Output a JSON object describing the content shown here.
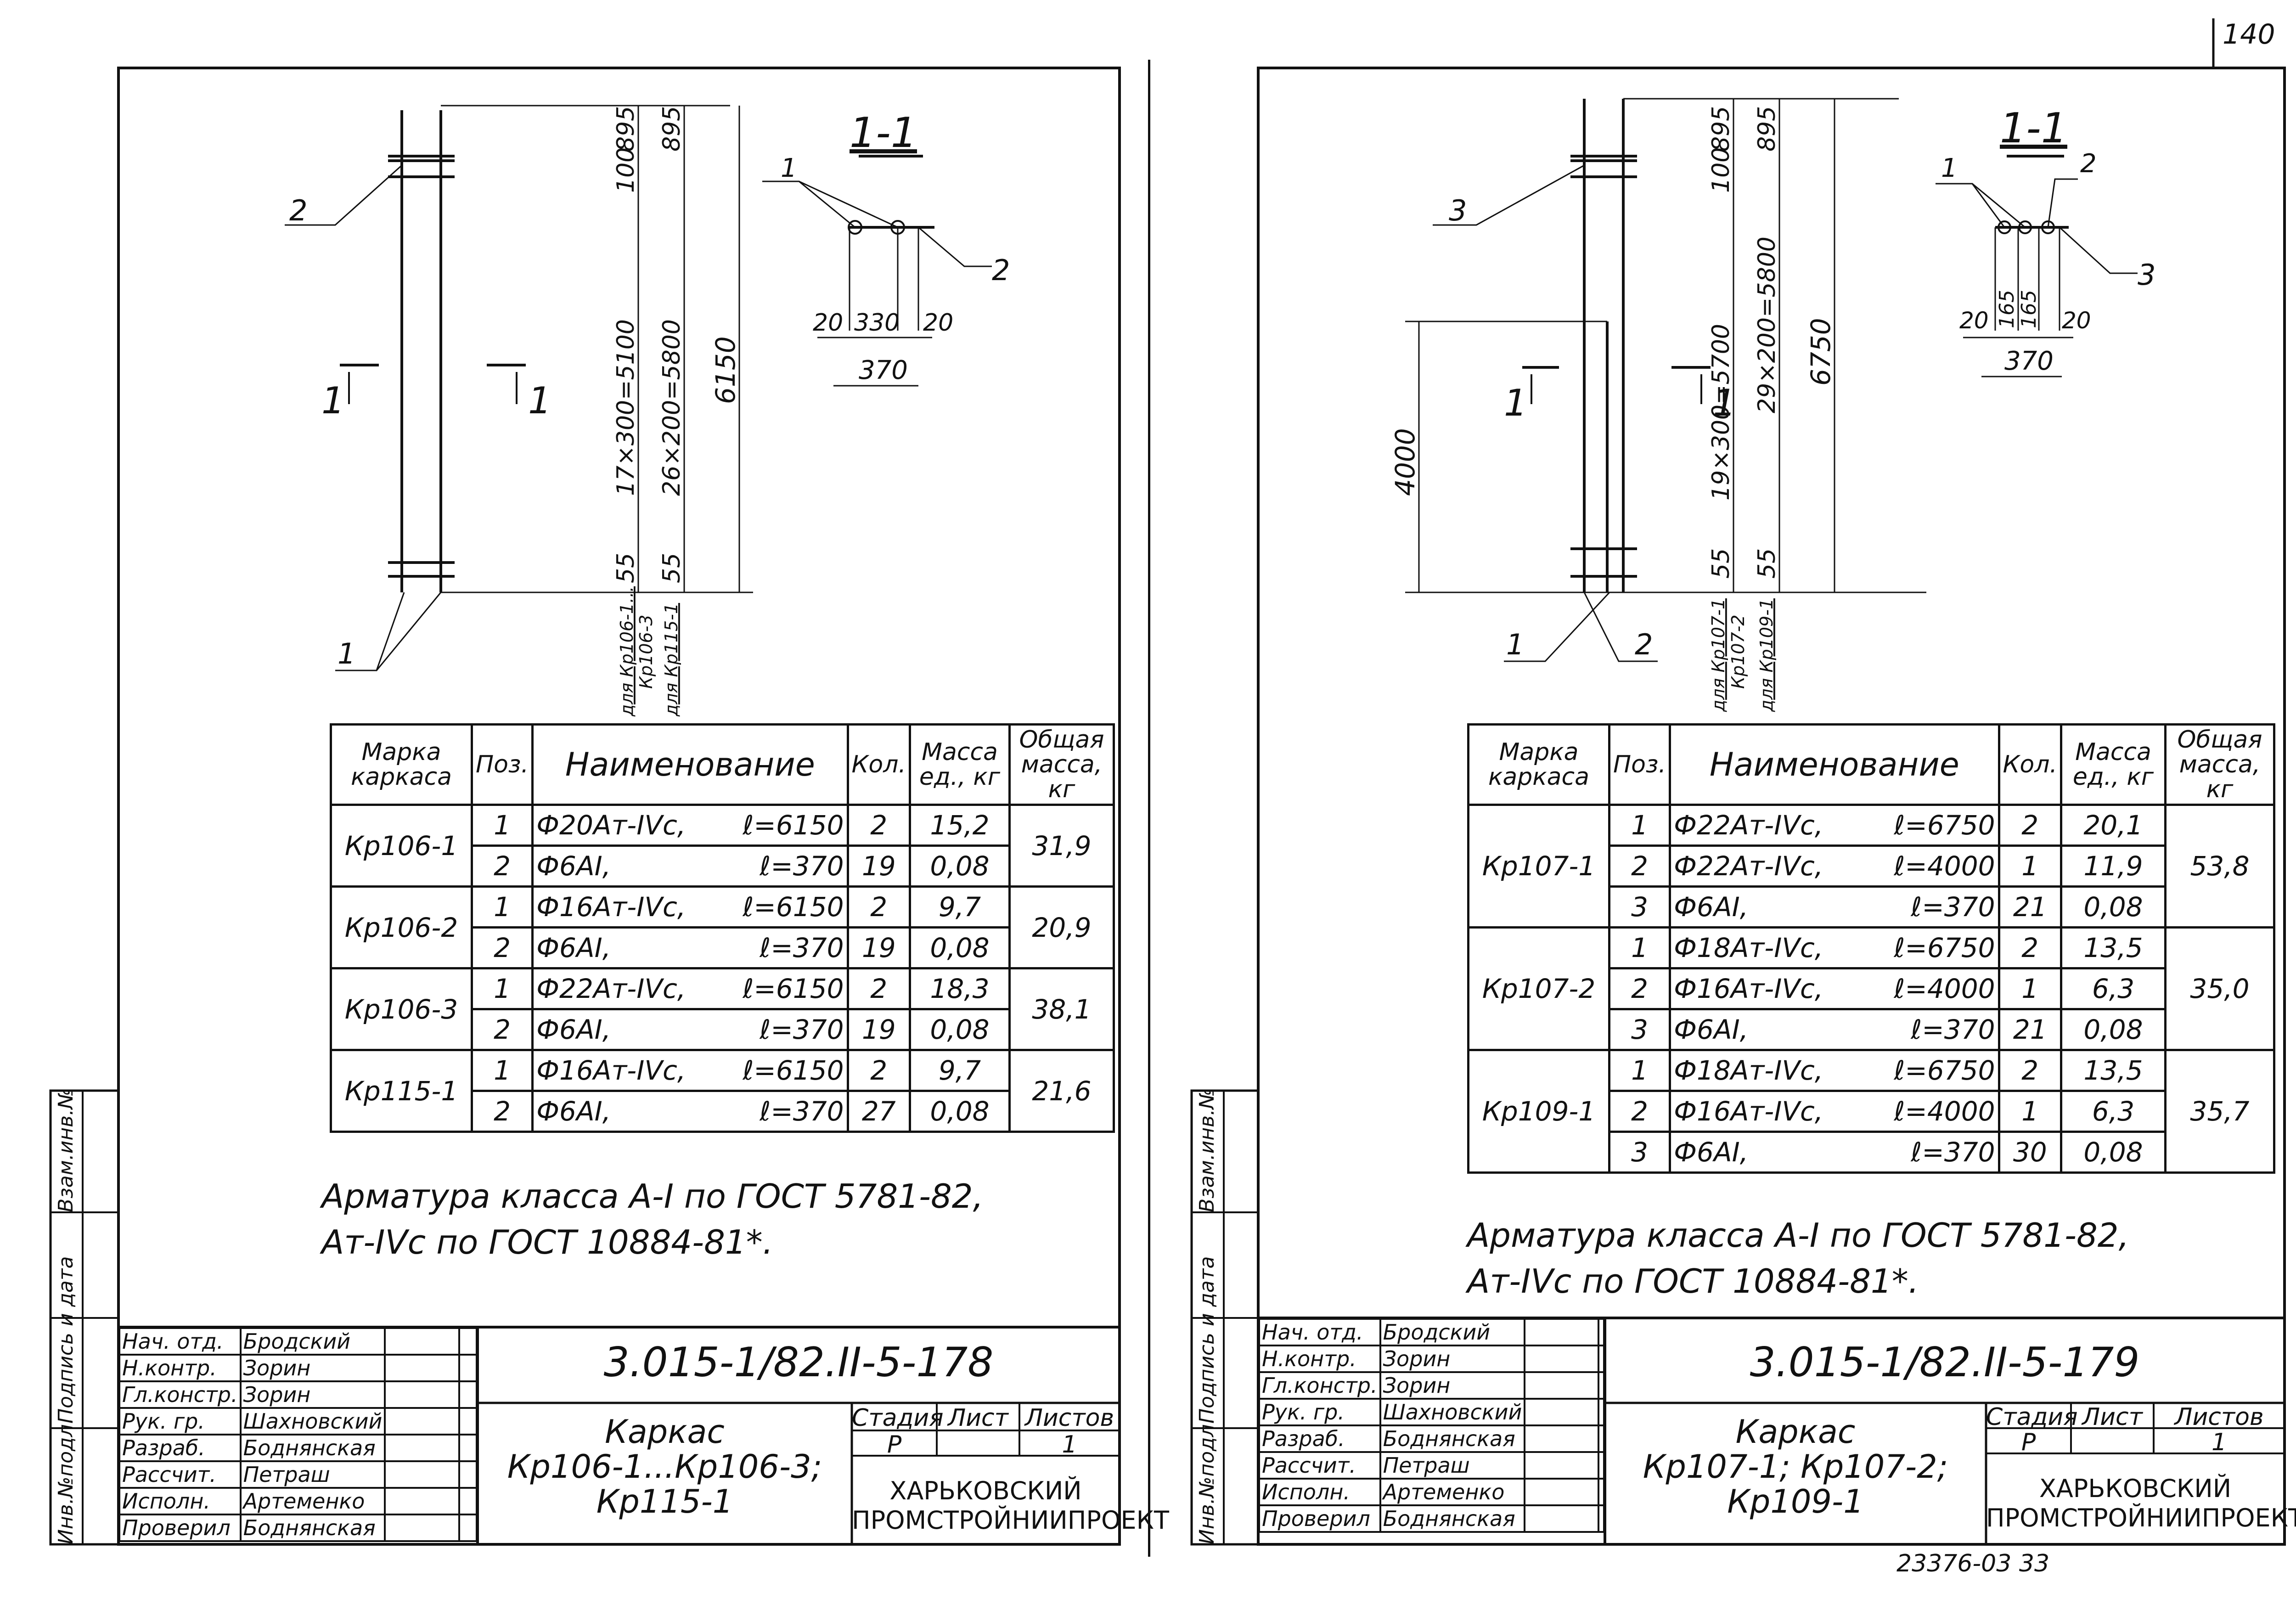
{
  "sheets": [
    {
      "section": "1-1",
      "callouts": {
        "left_top": "2",
        "left_bottom": "1",
        "section_a": "1",
        "section_b": "2"
      },
      "cut_mark": "1",
      "dims": {
        "d_100": "100",
        "d_895a": "895",
        "d_895b": "895",
        "d_main": "17×300=5100",
        "d_alt": "26×200=5800",
        "d_total": "6150",
        "d_55a": "55",
        "d_55b": "55",
        "d_extra": "",
        "sec_20a": "20",
        "sec_mid": "330",
        "sec_20b": "20",
        "sec_total": "370"
      },
      "for_labels": [
        "для Кр106-1...",
        "Кр106-3",
        "для Кр115-1"
      ],
      "table": {
        "headers": [
          "Марка каркаса",
          "Поз.",
          "Наименование",
          "Кол.",
          "Масса ед., кг",
          "Общая масса, кг"
        ],
        "groups": [
          {
            "mark": "Кр106-1",
            "total": "31,9",
            "rows": [
              {
                "pos": "1",
                "name": "Ф20Ат-IVс,",
                "len": "ℓ=6150",
                "qty": "2",
                "mass": "15,2"
              },
              {
                "pos": "2",
                "name": "Ф6АI,",
                "len": "ℓ=370",
                "qty": "19",
                "mass": "0,08"
              }
            ]
          },
          {
            "mark": "Кр106-2",
            "total": "20,9",
            "rows": [
              {
                "pos": "1",
                "name": "Ф16Ат-IVс,",
                "len": "ℓ=6150",
                "qty": "2",
                "mass": "9,7"
              },
              {
                "pos": "2",
                "name": "Ф6АI,",
                "len": "ℓ=370",
                "qty": "19",
                "mass": "0,08"
              }
            ]
          },
          {
            "mark": "Кр106-3",
            "total": "38,1",
            "rows": [
              {
                "pos": "1",
                "name": "Ф22Ат-IVс,",
                "len": "ℓ=6150",
                "qty": "2",
                "mass": "18,3"
              },
              {
                "pos": "2",
                "name": "Ф6АI,",
                "len": "ℓ=370",
                "qty": "19",
                "mass": "0,08"
              }
            ]
          },
          {
            "mark": "Кр115-1",
            "total": "21,6",
            "rows": [
              {
                "pos": "1",
                "name": "Ф16Ат-IVс,",
                "len": "ℓ=6150",
                "qty": "2",
                "mass": "9,7"
              },
              {
                "pos": "2",
                "name": "Ф6АI,",
                "len": "ℓ=370",
                "qty": "27",
                "mass": "0,08"
              }
            ]
          }
        ]
      },
      "note": [
        "Арматура класса А-I по ГОСТ 5781-82,",
        "Ат-IVс по ГОСТ 10884-81*."
      ],
      "title_block": {
        "code": "3.015-1/82.II-5-178",
        "title": [
          "Каркас",
          "Кр106-1...Кр106-3;",
          "Кр115-1"
        ],
        "stage_hdr": "Стадия",
        "sheet_hdr": "Лист",
        "sheets_hdr": "Листов",
        "stage": "Р",
        "sheet": "",
        "sheets": "1",
        "org": [
          "ХАРЬКОВСКИЙ",
          "ПРОМСТРОЙНИИПРОЕКТ"
        ],
        "people": [
          [
            "Нач. отд.",
            "Бродский"
          ],
          [
            "Н.контр.",
            "Зорин"
          ],
          [
            "Гл.констр.",
            "Зорин"
          ],
          [
            "Рук. гр.",
            "Шахновский"
          ],
          [
            "Разраб.",
            "Боднянская"
          ],
          [
            "Рассчит.",
            "Петраш"
          ],
          [
            "Исполн.",
            "Артеменко"
          ],
          [
            "Проверил",
            "Боднянская"
          ]
        ]
      },
      "side_labels": [
        "Инв.№подл.",
        "Подпись и дата",
        "Взам.инв.№"
      ]
    },
    {
      "section": "1-1",
      "callouts": {
        "left_top": "3",
        "left_bottom": "1",
        "bottom_right": "2",
        "section_a": "1",
        "section_b": "2",
        "section_c": "3"
      },
      "cut_mark": "1",
      "dims": {
        "d_100": "100",
        "d_895a": "895",
        "d_895b": "895",
        "d_main": "19×300=5700",
        "d_alt": "29×200=5800",
        "d_total": "6750",
        "d_55a": "55",
        "d_55b": "55",
        "d_extra": "4000",
        "sec_20a": "20",
        "sec_165a": "165",
        "sec_165b": "165",
        "sec_20b": "20",
        "sec_total": "370"
      },
      "for_labels": [
        "для Кр107-1",
        "Кр107-2",
        "для Кр109-1"
      ],
      "table": {
        "headers": [
          "Марка каркаса",
          "Поз.",
          "Наименование",
          "Кол.",
          "Масса ед., кг",
          "Общая масса, кг"
        ],
        "groups": [
          {
            "mark": "Кр107-1",
            "total": "53,8",
            "rows": [
              {
                "pos": "1",
                "name": "Ф22Ат-IVс,",
                "len": "ℓ=6750",
                "qty": "2",
                "mass": "20,1"
              },
              {
                "pos": "2",
                "name": "Ф22Ат-IVс,",
                "len": "ℓ=4000",
                "qty": "1",
                "mass": "11,9"
              },
              {
                "pos": "3",
                "name": "Ф6АI,",
                "len": "ℓ=370",
                "qty": "21",
                "mass": "0,08"
              }
            ]
          },
          {
            "mark": "Кр107-2",
            "total": "35,0",
            "rows": [
              {
                "pos": "1",
                "name": "Ф18Ат-IVс,",
                "len": "ℓ=6750",
                "qty": "2",
                "mass": "13,5"
              },
              {
                "pos": "2",
                "name": "Ф16Ат-IVс,",
                "len": "ℓ=4000",
                "qty": "1",
                "mass": "6,3"
              },
              {
                "pos": "3",
                "name": "Ф6АI,",
                "len": "ℓ=370",
                "qty": "21",
                "mass": "0,08"
              }
            ]
          },
          {
            "mark": "Кр109-1",
            "total": "35,7",
            "rows": [
              {
                "pos": "1",
                "name": "Ф18Ат-IVс,",
                "len": "ℓ=6750",
                "qty": "2",
                "mass": "13,5"
              },
              {
                "pos": "2",
                "name": "Ф16Ат-IVс,",
                "len": "ℓ=4000",
                "qty": "1",
                "mass": "6,3"
              },
              {
                "pos": "3",
                "name": "Ф6АI,",
                "len": "ℓ=370",
                "qty": "30",
                "mass": "0,08"
              }
            ]
          }
        ]
      },
      "note": [
        "Арматура класса А-I по ГОСТ 5781-82,",
        "Ат-IVс по ГОСТ 10884-81*."
      ],
      "title_block": {
        "code": "3.015-1/82.II-5-179",
        "title": [
          "Каркас",
          "Кр107-1; Кр107-2;",
          "Кр109-1"
        ],
        "stage_hdr": "Стадия",
        "sheet_hdr": "Лист",
        "sheets_hdr": "Листов",
        "stage": "Р",
        "sheet": "",
        "sheets": "1",
        "org": [
          "ХАРЬКОВСКИЙ",
          "ПРОМСТРОЙНИИПРОЕКТ"
        ],
        "people": [
          [
            "Нач. отд.",
            "Бродский"
          ],
          [
            "Н.контр.",
            "Зорин"
          ],
          [
            "Гл.констр.",
            "Зорин"
          ],
          [
            "Рук. гр.",
            "Шахновский"
          ],
          [
            "Разраб.",
            "Боднянская"
          ],
          [
            "Рассчит.",
            "Петраш"
          ],
          [
            "Исполн.",
            "Артеменко"
          ],
          [
            "Проверил",
            "Боднянская"
          ]
        ]
      },
      "side_labels": [
        "Инв.№подл.",
        "Подпись и дата",
        "Взам.инв.№"
      ],
      "page_number": "140",
      "archive_number": "23376-03 33"
    }
  ]
}
